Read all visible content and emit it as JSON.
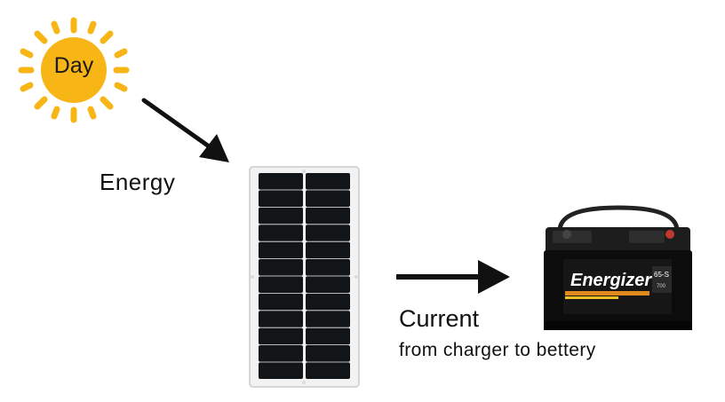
{
  "sun": {
    "label": "Day",
    "color": "#f7b516"
  },
  "energy": {
    "label": "Energy"
  },
  "current": {
    "label": "Current",
    "sublabel": "from charger to bettery"
  },
  "battery": {
    "brand": "Energizer",
    "model": "65-S",
    "cca": "700"
  },
  "icons": [
    "sun-icon",
    "solar-panel-icon",
    "car-battery-icon",
    "arrow-right-icon"
  ]
}
